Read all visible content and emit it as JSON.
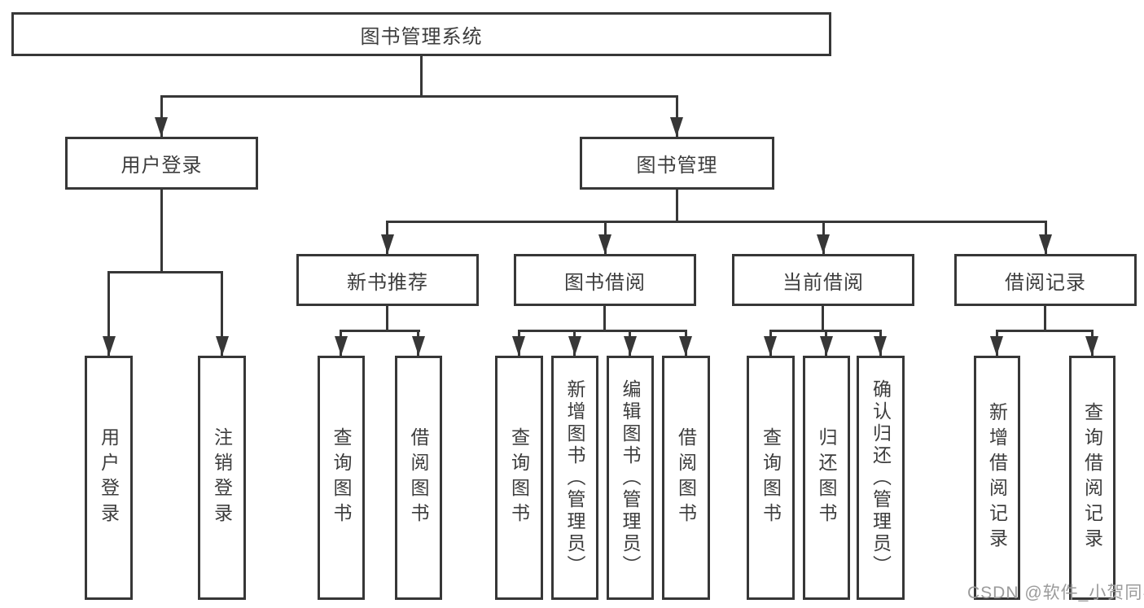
{
  "title": "图书管理系统",
  "branches": {
    "user_login": {
      "label": "用户登录",
      "children": [
        "用户登录",
        "注销登录"
      ]
    },
    "book_management": {
      "label": "图书管理",
      "children": {
        "new_book_recommend": {
          "label": "新书推荐",
          "children": [
            "查询图书",
            "借阅图书"
          ]
        },
        "book_borrow": {
          "label": "图书借阅",
          "children": [
            "查询图书",
            "新增图书（管理员）",
            "编辑图书（管理员）",
            "借阅图书"
          ]
        },
        "current_borrow": {
          "label": "当前借阅",
          "children": [
            "查询图书",
            "归还图书",
            "确认归还（管理员）"
          ]
        },
        "borrow_records": {
          "label": "借阅记录",
          "children": [
            "新增借阅记录",
            "查询借阅记录"
          ]
        }
      }
    }
  },
  "watermark": {
    "text": "CSDN @软件_小贺同学"
  },
  "colors": {
    "line": "#373737",
    "text": "#3d3d3d",
    "background": "#ffffff",
    "watermark": "#9b9b9b"
  }
}
